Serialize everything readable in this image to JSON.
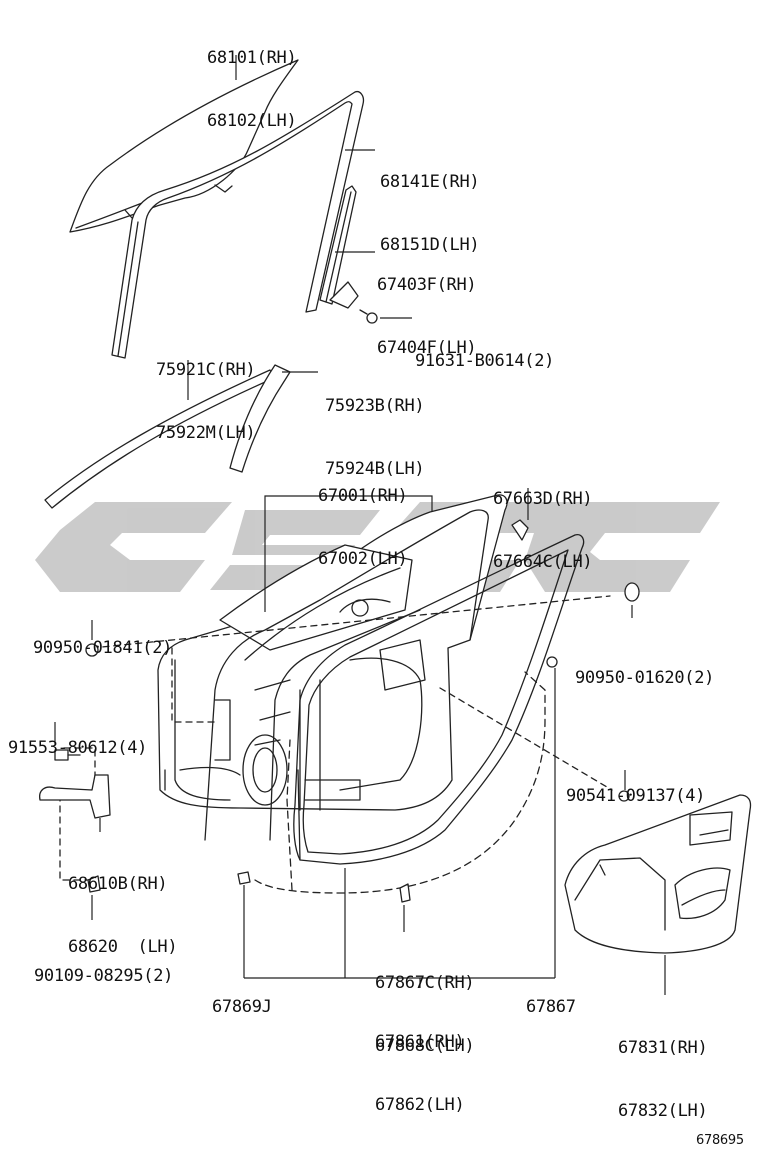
{
  "labels": {
    "window_glass": [
      "68101(RH)",
      "68102(LH)"
    ],
    "glass_run": [
      "68141E(RH)",
      "68151D(LH)"
    ],
    "division_bar": [
      "67403F(RH)",
      "67404F(LH)"
    ],
    "bolt_91631": [
      "91631-B0614(2)"
    ],
    "outer_weatherstrip": [
      "75921C(RH)",
      "75922M(LH)"
    ],
    "pillar_garnish": [
      "75923B(RH)",
      "75924B(LH)"
    ],
    "door_panel": [
      "67001(RH)",
      "67002(LH)"
    ],
    "clip_67663": [
      "67663D(RH)",
      "67664C(LH)"
    ],
    "plug_90950_01841": [
      "90950-01841(2)"
    ],
    "plug_90950_01620": [
      "90950-01620(2)"
    ],
    "bolt_91553": [
      "91553-80612(4)"
    ],
    "clip_90541": [
      "90541-09137(4)"
    ],
    "door_check": [
      "68610B(RH)",
      "68620  (LH)"
    ],
    "bolt_90109": [
      "90109-08295(2)"
    ],
    "clip_67869": [
      "67869J"
    ],
    "clip_67867c": [
      "67867C(RH)",
      "67868C(LH)"
    ],
    "clip_67867": [
      "67867"
    ],
    "weatherstrip": [
      "67861(RH)",
      "67862(LH)"
    ],
    "service_hole_cover": [
      "67831(RH)",
      "67832(LH)"
    ],
    "diagram_id": [
      "678695"
    ]
  },
  "watermark_text": "CSC",
  "colors": {
    "line": "#222222",
    "watermark": "#c8c8c8",
    "background": "#ffffff"
  }
}
